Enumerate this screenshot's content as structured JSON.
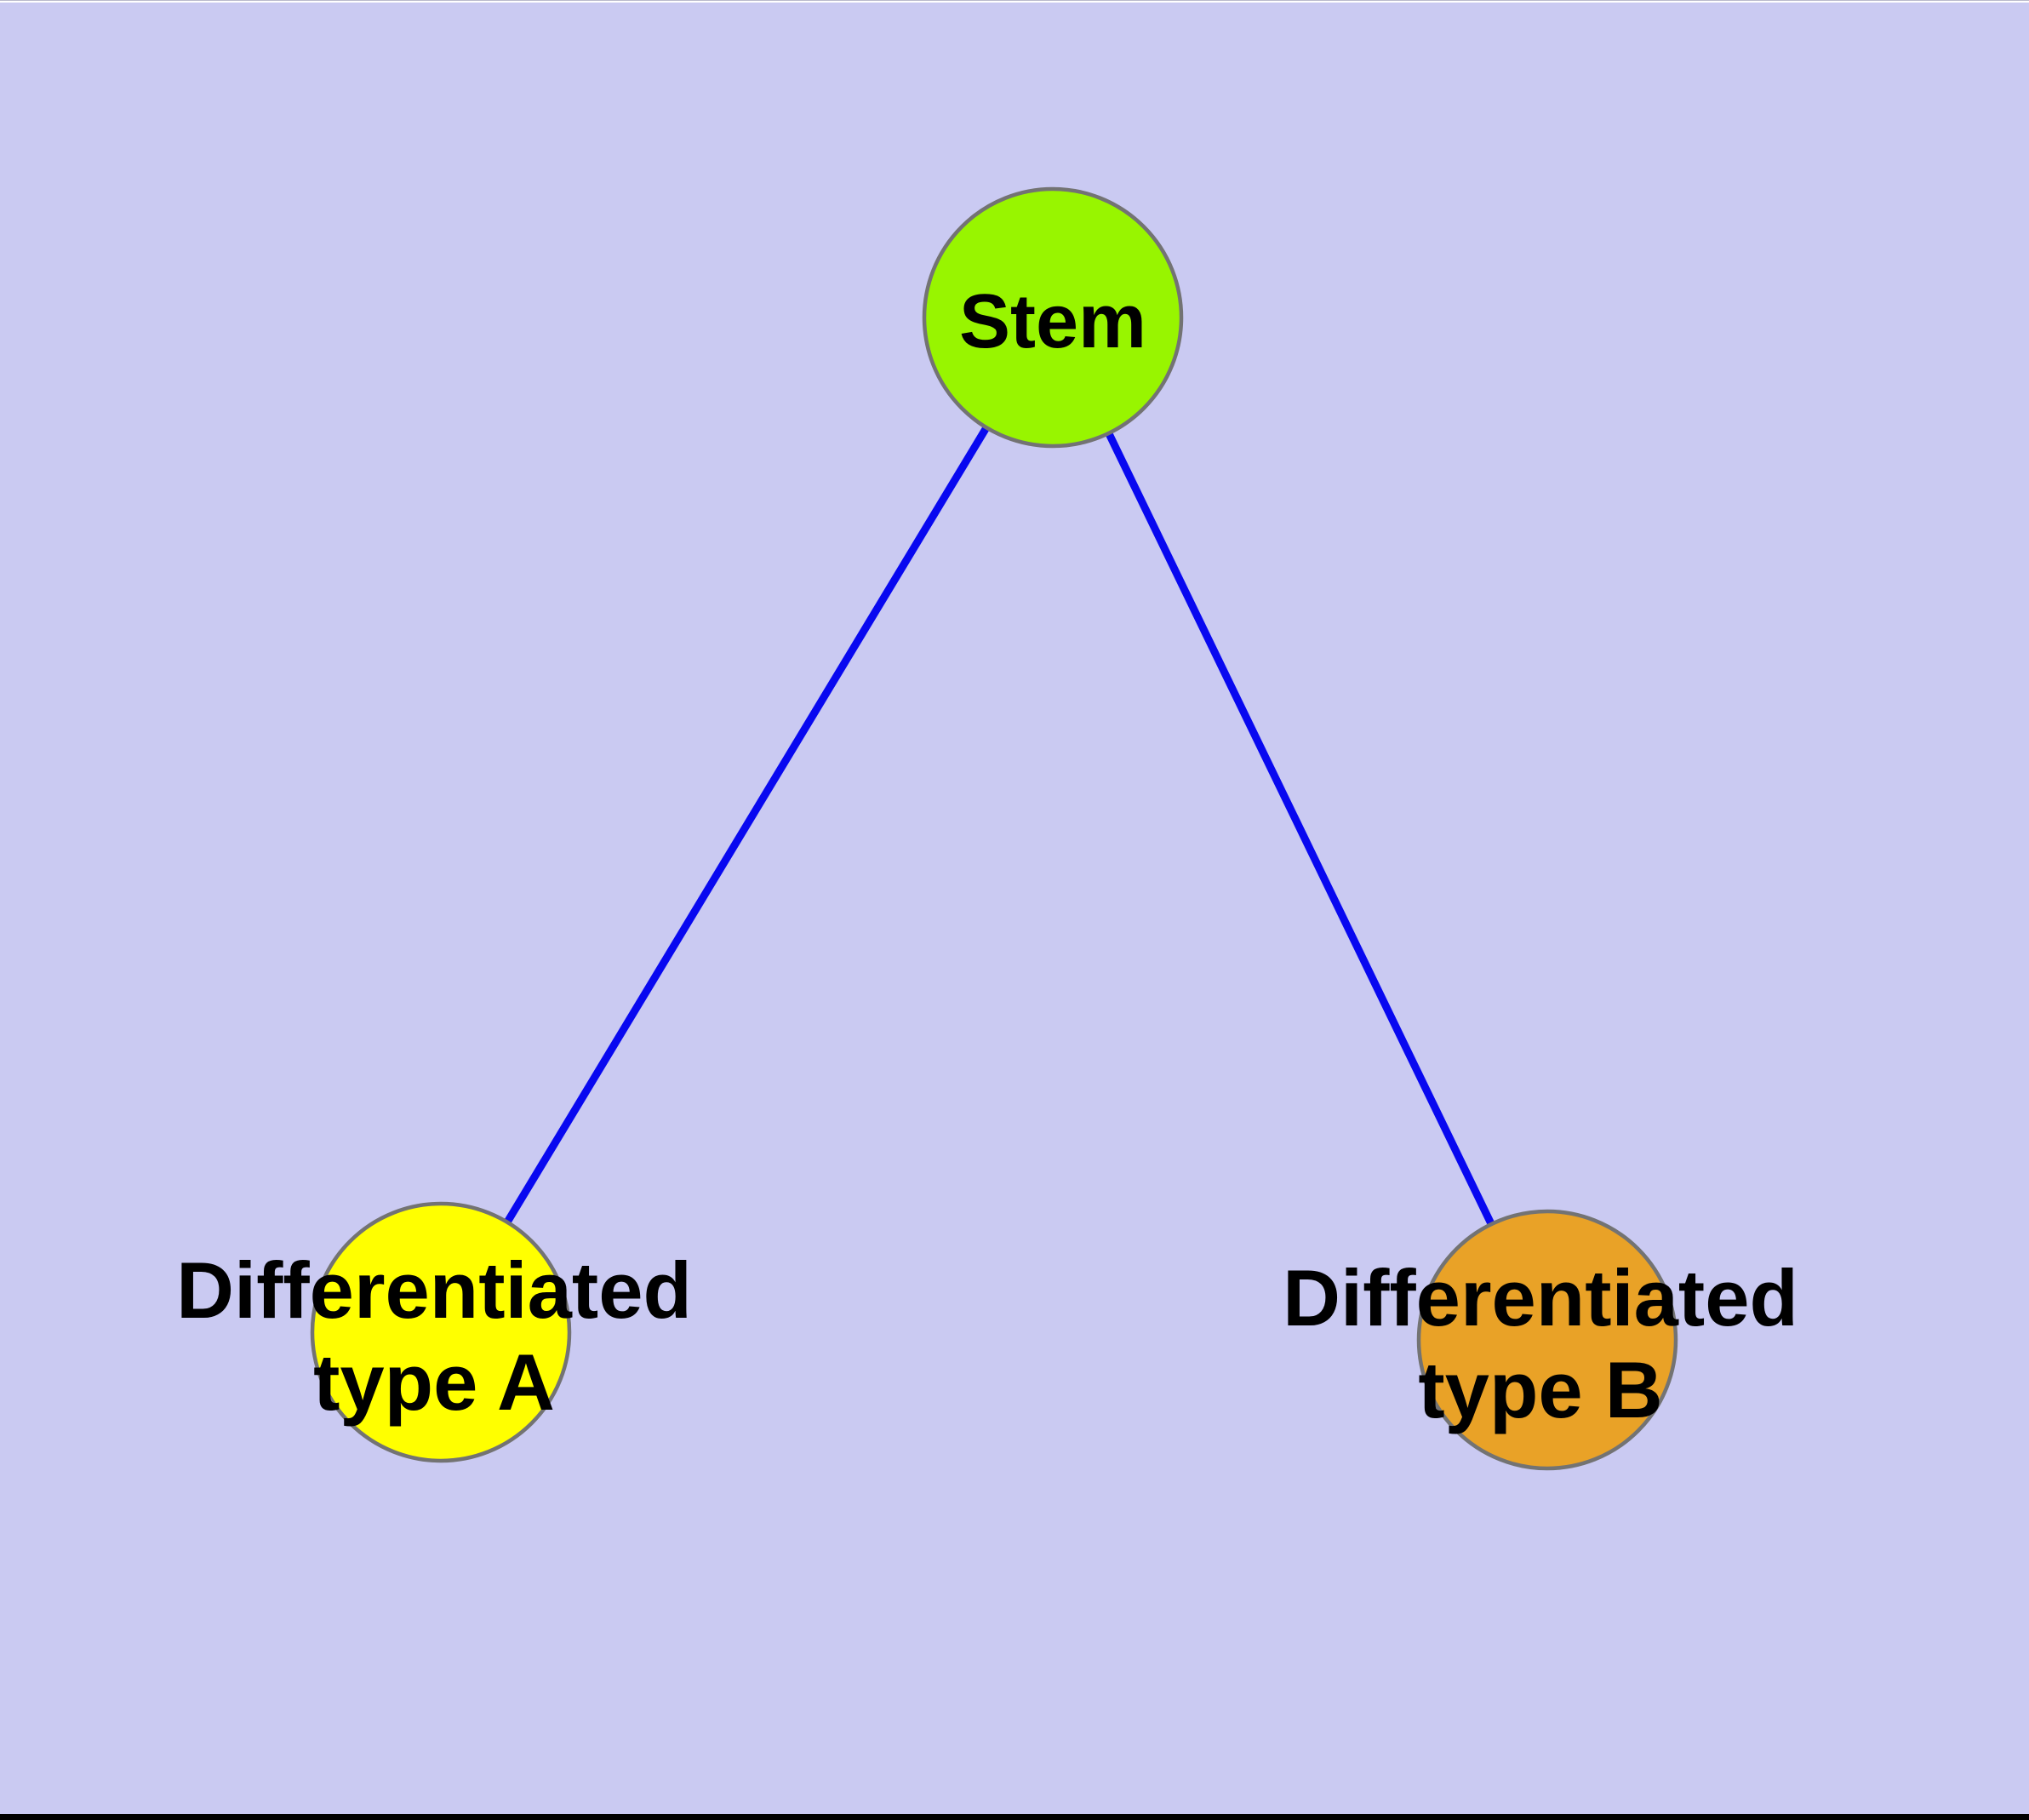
{
  "diagram": {
    "background_color": "#CACAF2",
    "top_strip_color": "#FFFFFF",
    "bottom_bar_color": "#000000",
    "edge_color": "#0808F0",
    "node_border_color": "#737373",
    "nodes": [
      {
        "id": "stem",
        "label": "Stem",
        "color": "#98F500"
      },
      {
        "id": "type-a",
        "label_line1": "Differentiated",
        "label_line2": "type A",
        "color": "#FFFF00"
      },
      {
        "id": "type-b",
        "label_line1": "Differentiated",
        "label_line2": "type B",
        "color": "#E9A227"
      }
    ],
    "edges": [
      {
        "from": "Stem",
        "to": "Differentiated type A"
      },
      {
        "from": "Stem",
        "to": "Differentiated type B"
      }
    ]
  }
}
